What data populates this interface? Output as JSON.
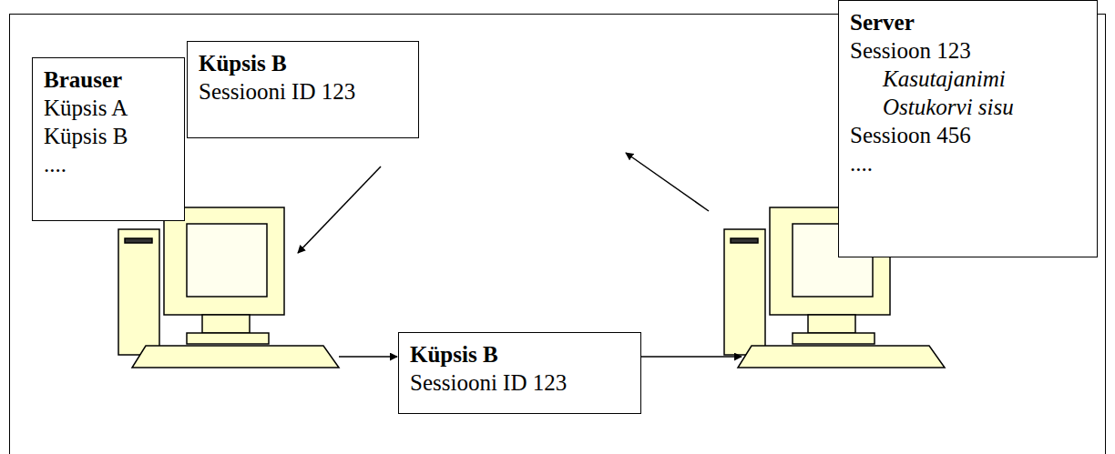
{
  "diagram": {
    "nodes": [
      {
        "text": [
          "Brauser",
          "Küpsis A",
          "Küpsis B",
          "...."
        ]
      },
      {
        "text": [
          "Küpsis B",
          "Sessiooni ID 123"
        ]
      },
      {
        "text": [
          "Server",
          "Sessioon 123",
          "Kasutajanimi",
          "Ostukorvi sisu",
          "Sessioon 456",
          "...."
        ]
      },
      {
        "text": [
          "Küpsis B",
          "Sessiooni ID 123"
        ]
      }
    ]
  }
}
